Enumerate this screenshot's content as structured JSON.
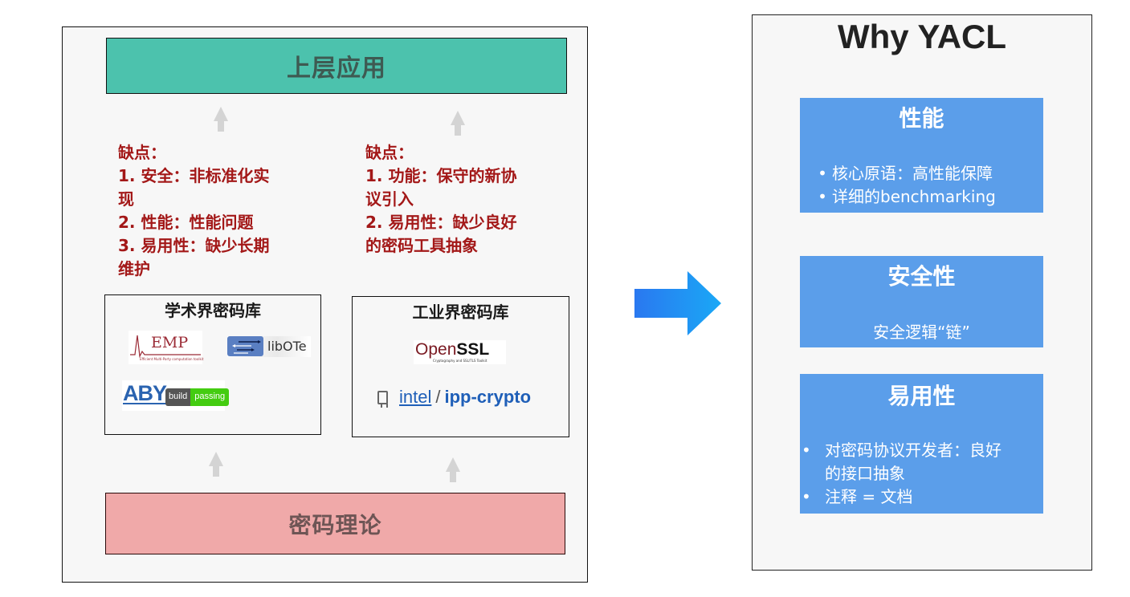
{
  "left_diagram": {
    "top_layer": "上层应用",
    "bottom_layer": "密码理论",
    "academic": {
      "title": "学术界密码库",
      "cons_lines": [
        "缺点：",
        "1. 安全：非标准化实",
        "现",
        "2. 性能：性能问题",
        "3. 易用性：缺少长期",
        "维护"
      ],
      "libraries": {
        "emp": {
          "name": "EMP",
          "subtitle": "Efficient Multi-Party computation toolkit"
        },
        "libote": {
          "name": "libOTe"
        },
        "aby": {
          "name": "ABY",
          "badge_left": "build",
          "badge_right": "passing"
        }
      }
    },
    "industry": {
      "title": "工业界密码库",
      "cons_lines": [
        "缺点：",
        "1. 功能：保守的新协",
        "议引入",
        "2. 易用性：缺少良好",
        "的密码工具抽象"
      ],
      "libraries": {
        "openssl": {
          "name_part1": "Open",
          "name_part2": "SSL",
          "subtitle": "Cryptography and SSL/TLS Toolkit"
        },
        "ipp": {
          "owner": "intel",
          "separator": "/",
          "repo": "ipp-crypto"
        }
      }
    }
  },
  "right_panel": {
    "title": "Why YACL",
    "features": [
      {
        "title": "性能",
        "items": [
          "核心原语：高性能保障",
          "详细的benchmarking"
        ]
      },
      {
        "title": "安全性",
        "items": [
          "安全逻辑“链”"
        ]
      },
      {
        "title": "易用性",
        "items": [
          "对密码协议开发者：良好",
          "的接口抽象",
          "注释 = 文档"
        ]
      }
    ]
  },
  "colors": {
    "top_layer": "#4cc2ad",
    "bottom_layer": "#f0a9a9",
    "cons_text": "#a31818",
    "feature_box": "#5b9eea",
    "arrow_gradient_start": "#2a7af0",
    "arrow_gradient_end": "#18a8f5"
  }
}
